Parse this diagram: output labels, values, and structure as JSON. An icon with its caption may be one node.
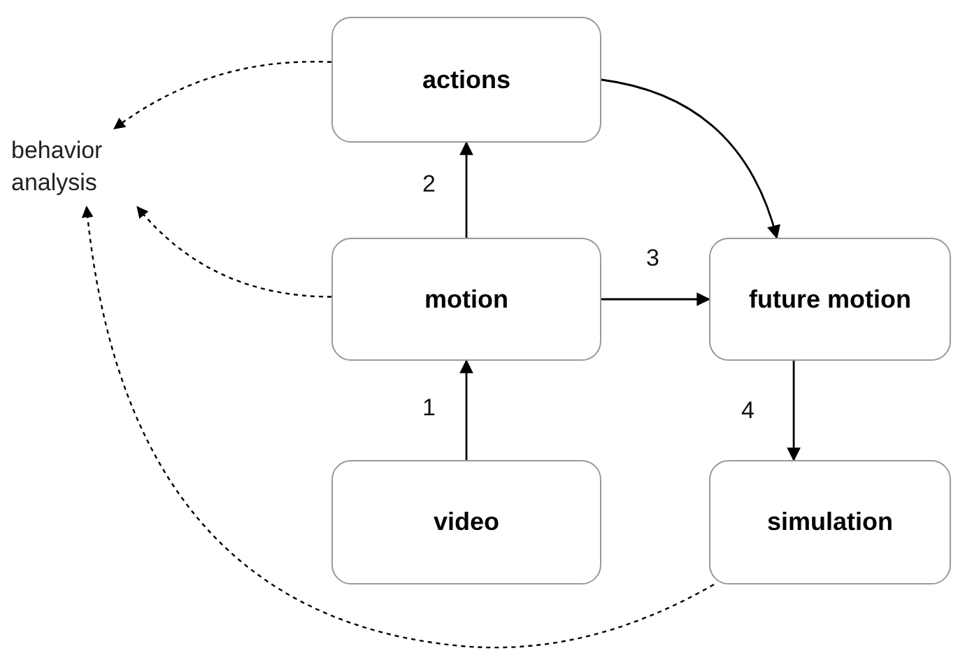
{
  "diagram": {
    "nodes": [
      {
        "text": [
          "actions"
        ]
      },
      {
        "text": [
          "behavior analysis"
        ]
      },
      {
        "text": [
          "motion"
        ]
      },
      {
        "text": [
          "future motion"
        ]
      },
      {
        "text": [
          "video"
        ]
      },
      {
        "text": [
          "simulation"
        ]
      }
    ],
    "edges": [
      {
        "from": 0,
        "to": 1,
        "arrow": "to",
        "style": "dashed"
      },
      {
        "from": 2,
        "to": 1,
        "arrow": "to",
        "style": "dashed"
      },
      {
        "from": 5,
        "to": 1,
        "arrow": "to",
        "style": "dashed"
      },
      {
        "from": 2,
        "to": 0,
        "arrow": "to",
        "label": "2"
      },
      {
        "from": 2,
        "to": 3,
        "arrow": "to",
        "label": "3"
      },
      {
        "from": 4,
        "to": 2,
        "arrow": "to",
        "label": "1"
      },
      {
        "from": 3,
        "to": 5,
        "arrow": "to",
        "label": "4"
      },
      {
        "from": 0,
        "to": 3,
        "arrow": "to"
      }
    ]
  }
}
